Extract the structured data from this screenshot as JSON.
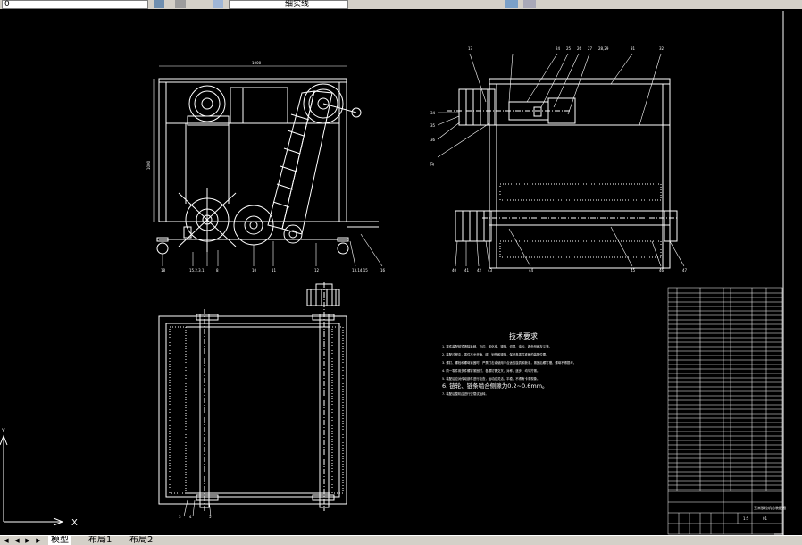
{
  "toolbar": {
    "layer_text": "0",
    "layer_name": "细实线"
  },
  "tech_req": {
    "title": "技术要求",
    "lines": [
      "1. 零件装配前须清除毛刺、飞边、氧化皮、锈蚀、切屑、油污、着色剂和灰尘等。",
      "2. 装配过程中，零件不允许磕、碰、划伤和锈蚀，保证各零件准确的装配位置。",
      "3. 螺钉、螺栓和螺母紧固时，严禁打击或使用不合适的旋具和扳手，紧固后螺钉槽、螺母不得损坏。",
      "4. 同一零件用多件螺钉紧固时，各螺钉需交叉、对称、逐步、均匀拧紧。",
      "5. 装配后应对传动部件进行检查，运动应灵活、平稳，不得有卡滞现象。",
      "6. 链轮、链条啮合侧隙为0.2~0.6mm。",
      "7. 装配后整机应进行空载试运转。"
    ]
  },
  "title_block": {
    "name": "玉米脱粒机总装配图",
    "code": "01",
    "scale": "1:5"
  },
  "tabs": {
    "model": "模型",
    "layout1": "布局1",
    "layout2": "布局2"
  },
  "ucs": {
    "x_label": "X",
    "y_label": "Y"
  },
  "colors": {
    "background": "#000000",
    "lines": "#ffffff",
    "ui_gray": "#d4d0c8"
  }
}
